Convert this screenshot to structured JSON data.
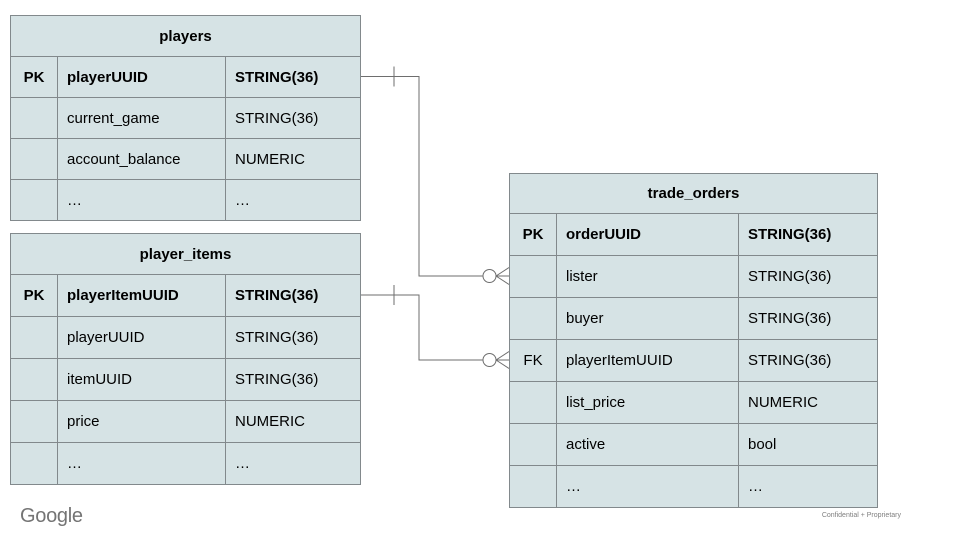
{
  "diagram": {
    "type": "entity-relationship",
    "colors": {
      "table_fill": "#d6e3e5",
      "cell_border": "#82898c",
      "outer_border": "#545b5e",
      "connector": "#6e6e6e",
      "text": "#000000"
    },
    "tables": [
      {
        "id": "players",
        "title": "players",
        "rows": [
          {
            "key": "PK",
            "name": "playerUUID",
            "type": "STRING(36)"
          },
          {
            "key": "",
            "name": "current_game",
            "type": "STRING(36)"
          },
          {
            "key": "",
            "name": "account_balance",
            "type": "NUMERIC"
          },
          {
            "key": "",
            "name": "…",
            "type": "…"
          }
        ]
      },
      {
        "id": "player_items",
        "title": "player_items",
        "rows": [
          {
            "key": "PK",
            "name": "playerItemUUID",
            "type": "STRING(36)"
          },
          {
            "key": "",
            "name": "playerUUID",
            "type": "STRING(36)"
          },
          {
            "key": "",
            "name": "itemUUID",
            "type": "STRING(36)"
          },
          {
            "key": "",
            "name": "price",
            "type": "NUMERIC"
          },
          {
            "key": "",
            "name": "…",
            "type": "…"
          }
        ]
      },
      {
        "id": "trade_orders",
        "title": "trade_orders",
        "rows": [
          {
            "key": "PK",
            "name": "orderUUID",
            "type": "STRING(36)"
          },
          {
            "key": "",
            "name": "lister",
            "type": "STRING(36)"
          },
          {
            "key": "",
            "name": "buyer",
            "type": "STRING(36)"
          },
          {
            "key": "FK",
            "name": "playerItemUUID",
            "type": "STRING(36)"
          },
          {
            "key": "",
            "name": "list_price",
            "type": "NUMERIC"
          },
          {
            "key": "",
            "name": "active",
            "type": "bool"
          },
          {
            "key": "",
            "name": "…",
            "type": "…"
          }
        ]
      }
    ],
    "relationships": [
      {
        "from": "players.playerUUID",
        "to": "trade_orders.lister",
        "from_cardinality": "one",
        "to_cardinality": "zero-or-many"
      },
      {
        "from": "player_items.playerItemUUID",
        "to": "trade_orders.playerItemUUID",
        "from_cardinality": "one",
        "to_cardinality": "zero-or-many"
      }
    ]
  },
  "footer": {
    "logo_text": "Google",
    "confidential_text": "Confidential + Proprietary"
  }
}
